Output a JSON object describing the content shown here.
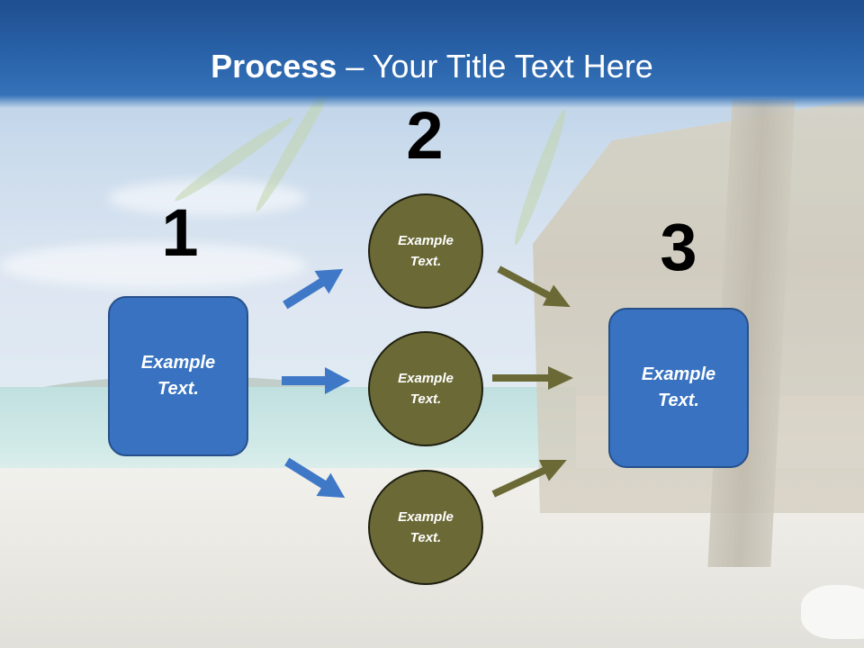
{
  "title": {
    "bold": "Process",
    "rest": " – Your Title Text Here"
  },
  "steps": {
    "step1": {
      "number": "1",
      "text": "Example\nText."
    },
    "step2": {
      "number": "2",
      "circles": [
        {
          "text": "Example\nText."
        },
        {
          "text": "Example\nText."
        },
        {
          "text": "Example\nText."
        }
      ]
    },
    "step3": {
      "number": "3",
      "text": "Example\nText."
    }
  },
  "colors": {
    "title_bar": "#2a64ab",
    "box_fill": "#3872c0",
    "circle_fill": "#6b6a37",
    "arrow_blue": "#3f78c6",
    "arrow_olive": "#6b6a37"
  }
}
